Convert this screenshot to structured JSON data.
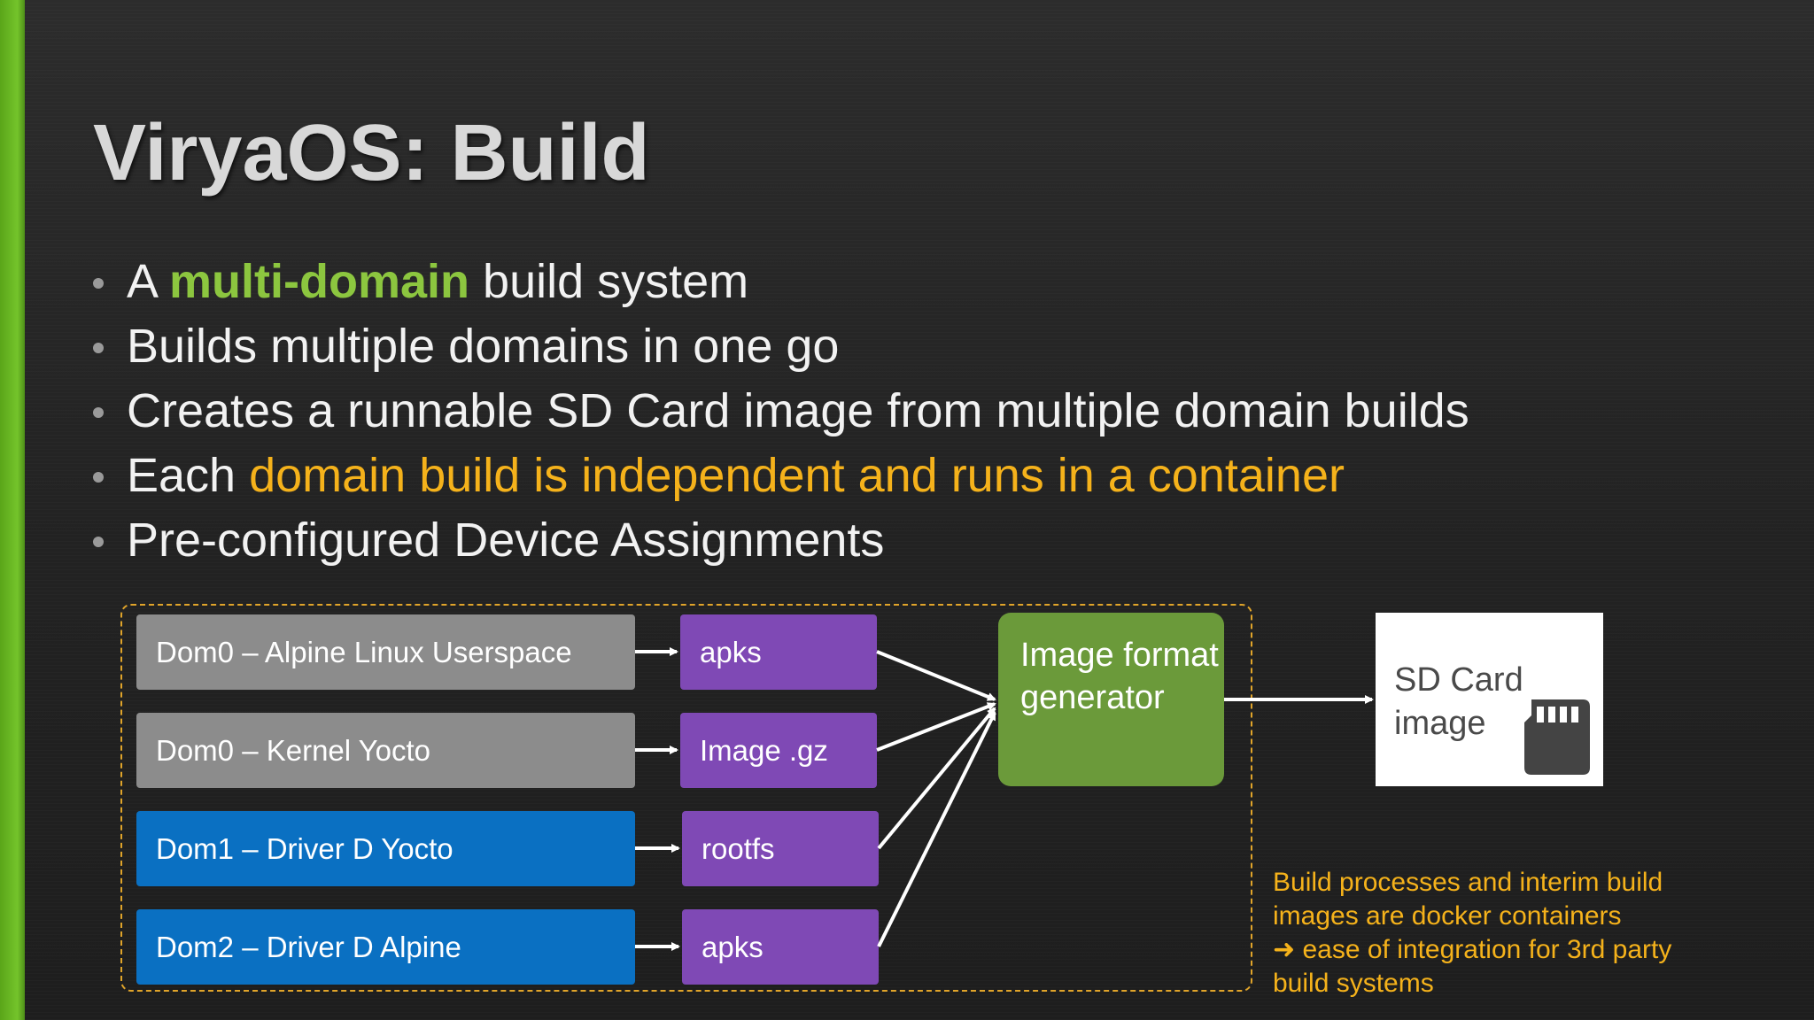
{
  "slide": {
    "title": "ViryaOS: Build",
    "accent_color": "#74c42b",
    "bullets": [
      {
        "parts": [
          "A ",
          "multi-domain",
          " build system"
        ]
      },
      {
        "text": "Builds multiple domains in one go"
      },
      {
        "text": "Creates a runnable SD Card image from multiple domain builds"
      },
      {
        "parts": [
          "Each ",
          "domain build is independent and runs in a container"
        ]
      },
      {
        "text": "Pre-configured Device Assignments"
      }
    ]
  },
  "diagram": {
    "domains": [
      {
        "label": "Dom0 – Alpine Linux Userspace",
        "color": "#8c8c8c"
      },
      {
        "label": "Dom0 – Kernel Yocto",
        "color": "#8c8c8c"
      },
      {
        "label": "Dom1 – Driver D Yocto",
        "color": "#0a70c2"
      },
      {
        "label": "Dom2 – Driver D Alpine",
        "color": "#0a70c2"
      }
    ],
    "artifacts": [
      {
        "label": "apks",
        "color": "#7f49b5"
      },
      {
        "label": "Image .gz",
        "color": "#7f49b5"
      },
      {
        "label": "rootfs",
        "color": "#7f49b5"
      },
      {
        "label": "apks",
        "color": "#7f49b5"
      }
    ],
    "generator": {
      "label": "Image format generator",
      "color": "#6b9a3a"
    },
    "output": {
      "label": "SD Card\nimage",
      "icon": "sd-card-icon"
    },
    "note": {
      "lines": [
        "Build processes and interim build",
        "images are docker containers",
        "➜ ease of integration for 3rd party",
        "build systems"
      ],
      "color": "#f5b21b"
    },
    "frame_color": "#e0a42a"
  }
}
